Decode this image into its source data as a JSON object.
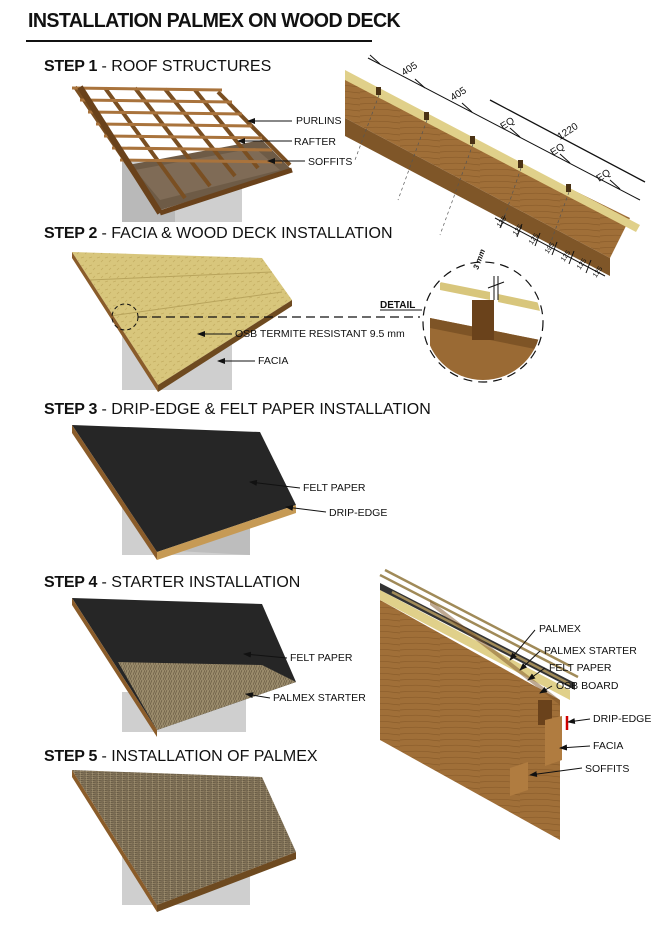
{
  "title": "INSTALLATION PALMEX ON WOOD DECK",
  "steps": [
    {
      "num": "STEP 1",
      "text": " - ROOF STRUCTURES"
    },
    {
      "num": "STEP 2",
      "text": " - FACIA & WOOD DECK INSTALLATION"
    },
    {
      "num": "STEP 3",
      "text": " - DRIP-EDGE & FELT PAPER INSTALLATION"
    },
    {
      "num": "STEP 4",
      "text": " - STARTER INSTALLATION"
    },
    {
      "num": "STEP 5",
      "text": " - INSTALLATION OF PALMEX"
    }
  ],
  "labels": {
    "purlins": "PURLINS",
    "rafter": "RAFTER",
    "soffits": "SOFFITS",
    "osb": "OSB TERMITE RESISTANT 9.5 mm",
    "facia": "FACIA",
    "detail": "DETAIL",
    "gap": "3 mm",
    "felt3": "FELT PAPER",
    "drip3": "DRIP-EDGE",
    "felt4": "FELT PAPER",
    "starter4": "PALMEX STARTER"
  },
  "dimensions": {
    "d405a": "405",
    "d405b": "405",
    "d1220": "1220",
    "eq": [
      "EQ",
      "EQ",
      "EQ"
    ],
    "small": [
      "125",
      "125",
      "125",
      "125",
      "125",
      "125",
      "125"
    ]
  },
  "section_labels": [
    "PALMEX",
    "PALMEX STARTER",
    "FELT PAPER",
    "OSB BOARD",
    "DRIP-EDGE",
    "FACIA",
    "SOFFITS"
  ],
  "colors": {
    "wood": "#9a6a34",
    "osb": "#d9c77a",
    "felt": "#2a2a2a",
    "wall": "#cfcfcf",
    "thatch": "#8a7a5e"
  }
}
